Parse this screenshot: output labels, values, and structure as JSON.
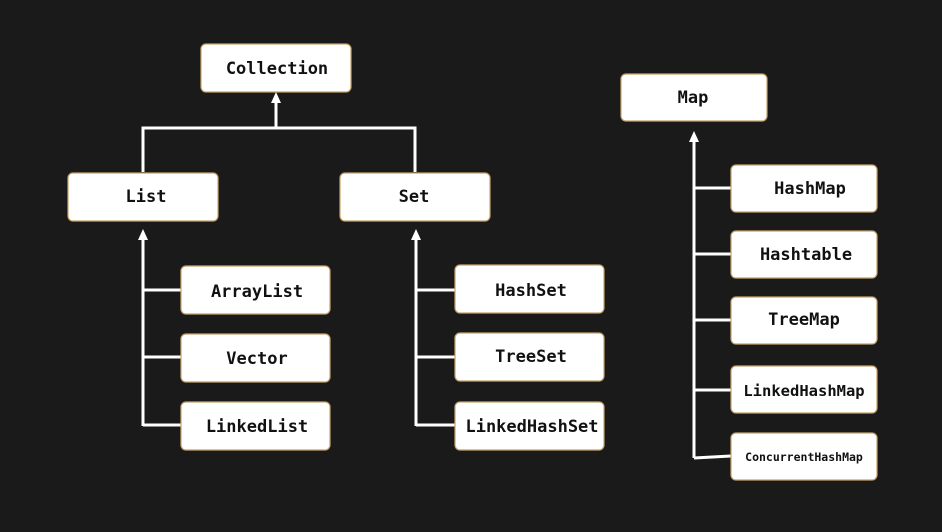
{
  "diagram": {
    "nodes": [
      {
        "id": "collection",
        "label": "Collection"
      },
      {
        "id": "list",
        "label": "List"
      },
      {
        "id": "set",
        "label": "Set"
      },
      {
        "id": "arraylist",
        "label": "ArrayList"
      },
      {
        "id": "vector",
        "label": "Vector"
      },
      {
        "id": "linkedlist",
        "label": "LinkedList"
      },
      {
        "id": "hashset",
        "label": "HashSet"
      },
      {
        "id": "treeset",
        "label": "TreeSet"
      },
      {
        "id": "linkedhashset",
        "label": "LinkedHashSet"
      },
      {
        "id": "map",
        "label": "Map"
      },
      {
        "id": "hashmap",
        "label": "HashMap"
      },
      {
        "id": "hashtable",
        "label": "Hashtable"
      },
      {
        "id": "treemap",
        "label": "TreeMap"
      },
      {
        "id": "linkedhashmap",
        "label": "LinkedHashMap"
      },
      {
        "id": "concurrenthashmap",
        "label": "ConcurrentHashMap"
      }
    ],
    "edges": [
      {
        "from": "list",
        "to": "collection"
      },
      {
        "from": "set",
        "to": "collection"
      },
      {
        "from": "arraylist",
        "to": "list"
      },
      {
        "from": "vector",
        "to": "list"
      },
      {
        "from": "linkedlist",
        "to": "list"
      },
      {
        "from": "hashset",
        "to": "set"
      },
      {
        "from": "treeset",
        "to": "set"
      },
      {
        "from": "linkedhashset",
        "to": "set"
      },
      {
        "from": "hashmap",
        "to": "map"
      },
      {
        "from": "hashtable",
        "to": "map"
      },
      {
        "from": "treemap",
        "to": "map"
      },
      {
        "from": "linkedhashmap",
        "to": "map"
      },
      {
        "from": "concurrenthashmap",
        "to": "map"
      }
    ]
  }
}
